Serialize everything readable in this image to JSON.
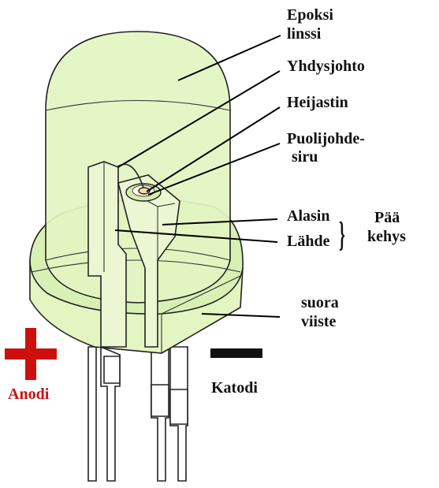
{
  "colors": {
    "epoxy": "#e3f5c1",
    "epoxy_dark": "#d3ecaa",
    "anode_red": "#cc1010",
    "outline": "#222222",
    "chip": "#f2e6a0"
  },
  "labels": {
    "epoxy_line1": "Epoksi",
    "epoxy_line2": "linssi",
    "wire_bond": "Yhdysjohto",
    "reflector": "Heijastin",
    "semi_line1": "Puolijohde-",
    "semi_line2": "siru",
    "anvil": "Alasin",
    "post": "Lähde",
    "frame_line1": "Pää",
    "frame_line2": "kehys",
    "flat_line1": "suora",
    "flat_line2": "viiste",
    "anode": "Anodi",
    "cathode": "Katodi"
  },
  "symbols": {
    "anode_sign": "plus",
    "cathode_sign": "minus",
    "brace": "}"
  }
}
